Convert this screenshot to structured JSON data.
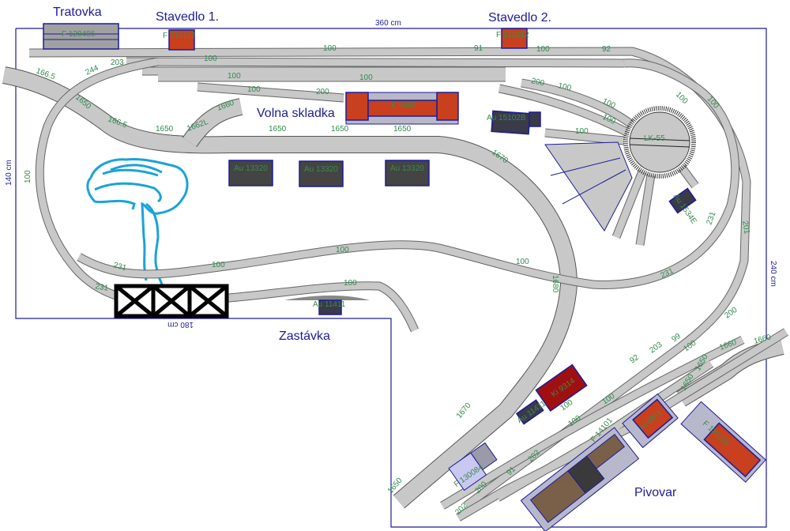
{
  "titles": {
    "tratovka": "Tratovka",
    "stavedlo1": "Stavedlo 1.",
    "stavedlo2": "Stavedlo 2.",
    "volna_skladka": "Volna skladka",
    "zastavka": "Zastávka",
    "pivovar": "Pivovar"
  },
  "dimensions": {
    "top": "360 cm",
    "left": "140 cm",
    "bottom": "180 cm",
    "right": "240 cm"
  },
  "buildings": {
    "tratovka": "F 120486",
    "stavedlo1": "F 212112",
    "stavedlo2": "F 212112",
    "skladka": "K 9360",
    "garage1": "Au 13320",
    "garage2": "Au 13320",
    "garage3": "Au 13320",
    "depot": "Au 15102B",
    "turntable": "LK-55",
    "au_right": "Au 1534E",
    "zastavka": "Au 11411",
    "ki9314": "Ki 9314",
    "au_pivovar": "Au 11411",
    "f130084": "F 130084",
    "ki6961": "Ki 6961",
    "f_right": "F 130115",
    "f_middle": "F 14101"
  },
  "track_labels": [
    "166.5",
    "203",
    "244",
    "100",
    "100",
    "100",
    "100",
    "200",
    "1650",
    "166.5",
    "1650",
    "1662L",
    "1660",
    "1650",
    "1650",
    "1650",
    "91",
    "100",
    "92",
    "100",
    "200",
    "100",
    "100",
    "100",
    "100",
    "1670",
    "100",
    "100",
    "231",
    "201",
    "100",
    "231",
    "231",
    "100",
    "100",
    "100",
    "1680",
    "100",
    "1670",
    "1650",
    "92",
    "203",
    "99",
    "100",
    "200",
    "1660",
    "1660",
    "1650",
    "1650",
    "100",
    "100",
    "100",
    "202",
    "91",
    "200",
    "202",
    "231"
  ]
}
